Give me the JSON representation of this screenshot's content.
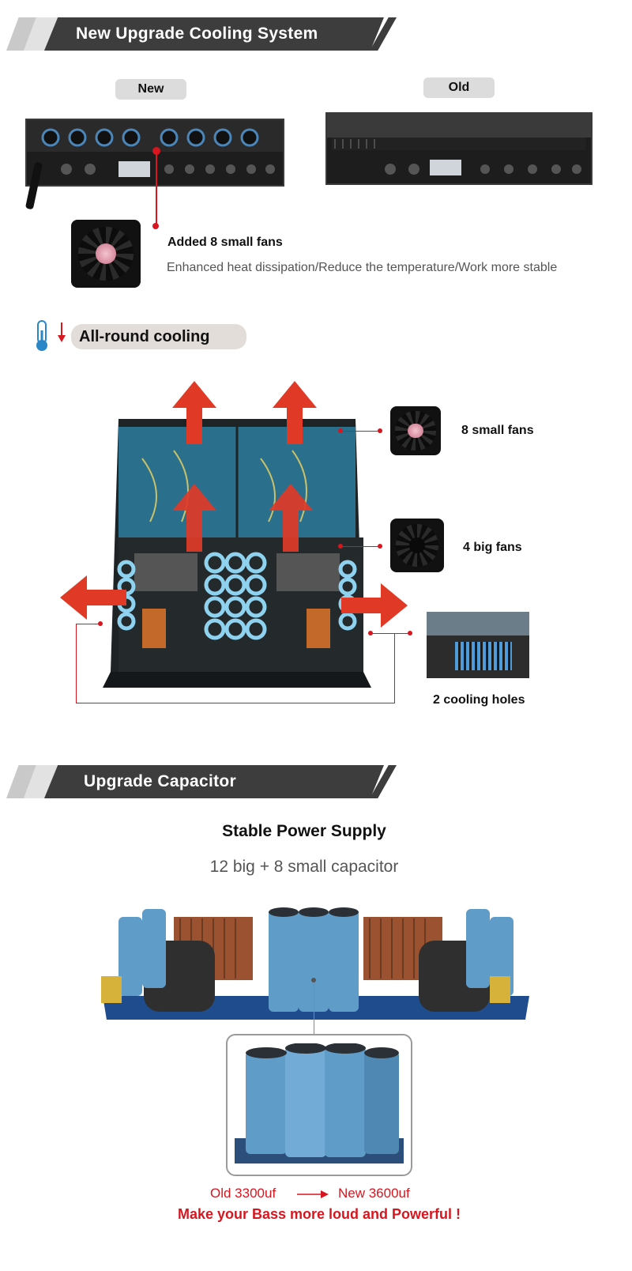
{
  "section1": {
    "title": "New Upgrade Cooling System"
  },
  "compare": {
    "new_label": "New",
    "old_label": "Old"
  },
  "fan_note": {
    "headline": "Added 8 small fans",
    "detail": "Enhanced heat dissipation/Reduce the temperature/Work more stable"
  },
  "cooling": {
    "label": "All-round cooling",
    "small_fans": "8 small fans",
    "big_fans": "4 big fans",
    "holes": "2 cooling holes"
  },
  "section2": {
    "title": "Upgrade Capacitor"
  },
  "capacitor": {
    "headline": "Stable Power Supply",
    "sub": "12 big + 8 small capacitor",
    "old_value": "Old 3300uf",
    "new_value": "New 3600uf",
    "slogan": "Make your Bass more loud and Powerful !"
  },
  "colors": {
    "accent_red": "#d7161f",
    "banner_dark": "#3d3d3d",
    "pill_gray": "#dcdcdc"
  },
  "icons": [
    "thermometer-icon",
    "down-arrow-icon",
    "exhaust-arrow-icon"
  ]
}
